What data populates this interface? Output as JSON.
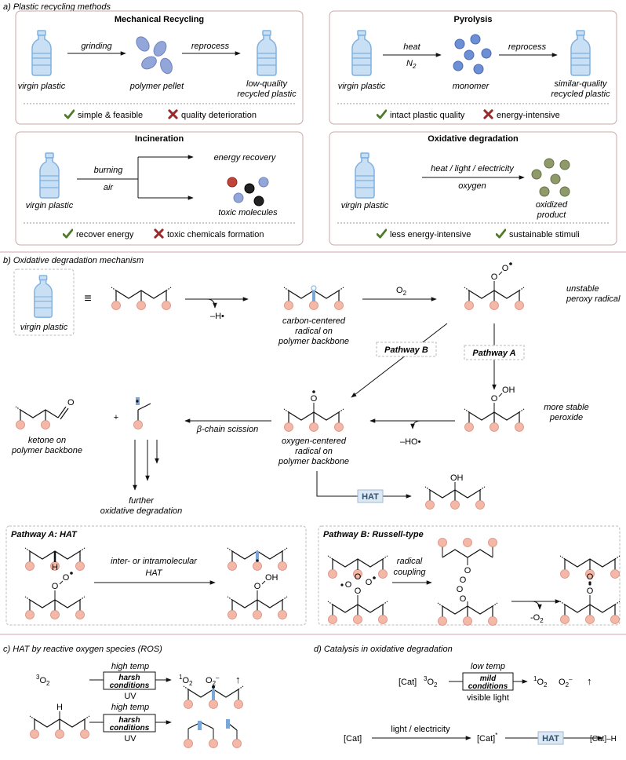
{
  "colors": {
    "bottle_fill": "#c9dff3",
    "bottle_stroke": "#7fb0df",
    "bead": "#f4b8a8",
    "bead_stroke": "#d98c7c",
    "pellet": "#93a6d9",
    "monomer": "#6c8fd6",
    "oxidized": "#8f9a6a",
    "check": "#4f7a2a",
    "cross": "#9b2b2b",
    "radical_mark": "#7aa6d8",
    "hat_box": "#dce8f3",
    "frame": "#c8a9a9",
    "divider": "#e3c2c7"
  },
  "icons": [
    "plastic-bottle-icon",
    "check-icon",
    "cross-icon"
  ],
  "section_a": {
    "heading": "a) Plastic recycling methods",
    "mechanical": {
      "title": "Mechanical Recycling",
      "step1": "grinding",
      "step2": "reprocess",
      "start": "virgin plastic",
      "mid": "polymer pellet",
      "end_line1": "low-quality",
      "end_line2": "recycled plastic",
      "pro": "simple & feasible",
      "con": "quality deterioration"
    },
    "pyrolysis": {
      "title": "Pyrolysis",
      "step1": "heat",
      "step1_sub": "N",
      "step1_sub_idx": "2",
      "step2": "reprocess",
      "start": "virgin plastic",
      "mid": "monomer",
      "end_line1": "similar-quality",
      "end_line2": "recycled plastic",
      "pro": "intact plastic quality",
      "con": "energy-intensive"
    },
    "incineration": {
      "title": "Incineration",
      "step_top": "burning",
      "step_bottom": "air",
      "start": "virgin plastic",
      "out1": "energy recovery",
      "out2": "toxic molecules",
      "pro": "recover energy",
      "con": "toxic chemicals formation"
    },
    "oxidative": {
      "title": "Oxidative degradation",
      "step_top": "heat / light / electricity",
      "step_bottom": "oxygen",
      "start": "virgin plastic",
      "end_line1": "oxidized",
      "end_line2": "product",
      "pro": "less energy-intensive",
      "pro2": "sustainable stimuli"
    }
  },
  "section_b": {
    "heading": "b) Oxidative degradation mechanism",
    "start": "virgin plastic",
    "equiv": "≡",
    "minus_h": "–H•",
    "o2": "O",
    "o2_idx": "2",
    "carbon_radical": [
      "carbon-centered",
      "radical on",
      "polymer backbone"
    ],
    "peroxy": [
      "unstable",
      "peroxy radical"
    ],
    "pathway_b": "Pathway B",
    "pathway_a": "Pathway A",
    "peroxide": [
      "more stable",
      "peroxide"
    ],
    "minus_ho": "–HO•",
    "oxygen_radical": [
      "oxygen-centered",
      "radical on",
      "polymer backbone"
    ],
    "beta": "β-chain scission",
    "ketone": [
      "ketone on",
      "polymer backbone"
    ],
    "plus": "+",
    "further": [
      "further",
      "oxidative degradation"
    ],
    "hat": "HAT",
    "atom_o": "O",
    "atom_oh": "OH",
    "atom_h": "H",
    "pathway_a_box": {
      "title": "Pathway A: HAT",
      "arrow_top": "inter- or intramolecular",
      "arrow_bottom": "HAT"
    },
    "pathway_b_box": {
      "title": "Pathway B: Russell-type",
      "arrow_top": "radical",
      "arrow_bottom": "coupling",
      "minus_o2": "-O"
    }
  },
  "section_c": {
    "heading": "c) HAT by reactive oxygen species (ROS)",
    "triplet_sup": "3",
    "singlet_sup": "1",
    "o": "O",
    "o_idx": "2",
    "superoxide": "O",
    "superoxide_sup": "–",
    "top": "high temp",
    "box_line1": "harsh",
    "box_line2": "conditions",
    "bottom": "UV",
    "up_arrow": "↑"
  },
  "section_d": {
    "heading": "d) Catalysis in oxidative degradation",
    "cat": "[Cat]",
    "top": "low temp",
    "box_line1": "mild",
    "box_line2": "conditions",
    "bottom": "visible light",
    "light": "light / electricity",
    "cat_star": "[Cat]",
    "star": "*",
    "hat": "HAT",
    "cat_h": "[Cat]–H"
  }
}
